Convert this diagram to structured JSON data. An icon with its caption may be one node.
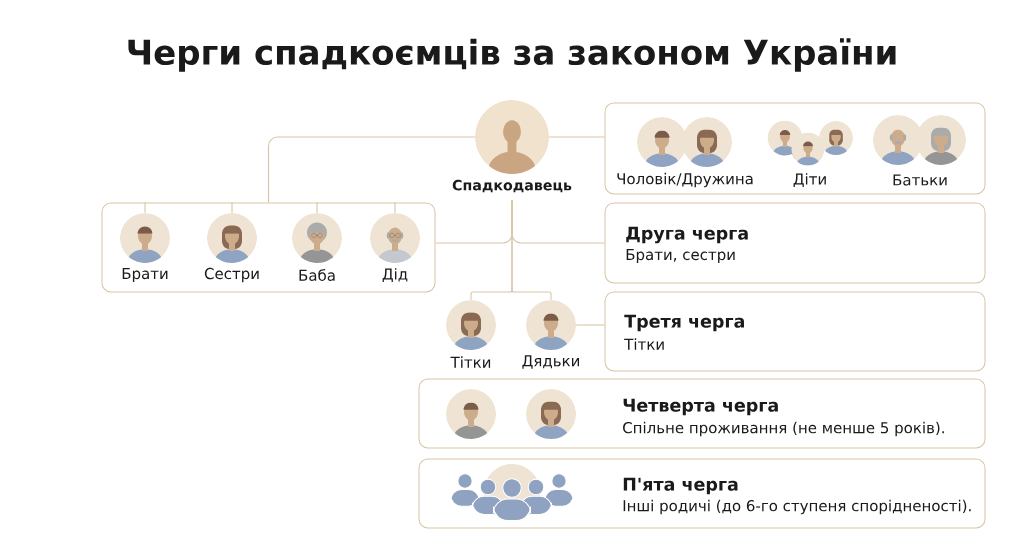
{
  "diagram": {
    "title": "Черги спадкоємців за законом України",
    "nodes": [
      {
        "text": [
          "Спадкодавець"
        ]
      },
      {
        "text": [],
        "shape": "box"
      },
      {
        "text": [
          "Чоловік/Дружина"
        ],
        "in": 1
      },
      {
        "text": [
          "Діти"
        ],
        "in": 1
      },
      {
        "text": [
          "Батьки"
        ],
        "in": 1
      },
      {
        "text": [],
        "shape": "box"
      },
      {
        "text": [
          "Брати"
        ],
        "in": 5
      },
      {
        "text": [
          "Сестри"
        ],
        "in": 5
      },
      {
        "text": [
          "Баба"
        ],
        "in": 5
      },
      {
        "text": [
          "Дід"
        ],
        "in": 5
      },
      {
        "text": [
          "Друга черга",
          "Брати, сестри"
        ]
      },
      {
        "text": [
          "Тітки"
        ]
      },
      {
        "text": [
          "Дядьки"
        ]
      },
      {
        "text": [
          "Третя черга",
          "Тітки"
        ]
      },
      {
        "text": [
          "Четверта черга",
          "Спільне проживання (не менше 5 років)."
        ]
      },
      {
        "text": [
          "П'ята черга",
          "Інші родичі (до 6-го ступеня спорідненості)."
        ]
      }
    ],
    "edges": [
      {
        "from": 0,
        "to": 1,
        "arrow": "none"
      },
      {
        "from": 0,
        "to": 5,
        "arrow": "none"
      },
      {
        "from": 0,
        "to": 5,
        "arrow": "none"
      },
      {
        "from": 0,
        "to": 10,
        "arrow": "none"
      },
      {
        "from": 0,
        "to": 11,
        "arrow": "none"
      },
      {
        "from": 0,
        "to": 12,
        "arrow": "none"
      },
      {
        "from": 5,
        "to": 6,
        "arrow": "none"
      },
      {
        "from": 5,
        "to": 7,
        "arrow": "none"
      },
      {
        "from": 5,
        "to": 8,
        "arrow": "none"
      },
      {
        "from": 5,
        "to": 9,
        "arrow": "none"
      },
      {
        "from": 12,
        "to": 13,
        "arrow": "none"
      }
    ]
  }
}
